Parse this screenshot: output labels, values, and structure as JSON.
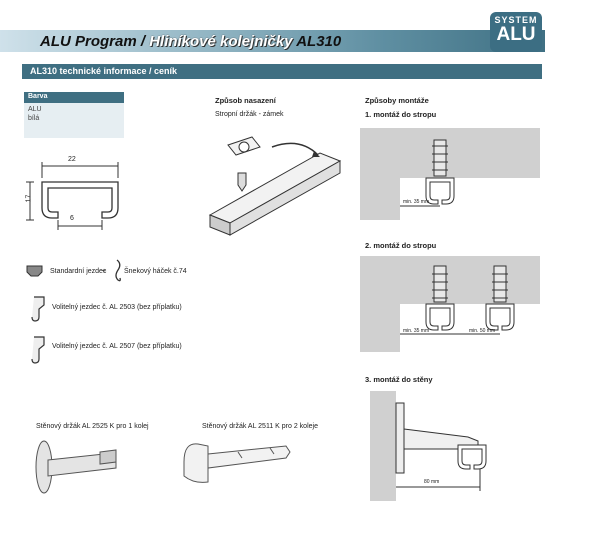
{
  "header": {
    "title_part1": "ALU Program / ",
    "title_part2": "Hliníkové kolejničky ",
    "title_part3": "AL310",
    "logo_top": "SYSTEM",
    "logo_main": "ALU"
  },
  "section": {
    "title": "AL310 technické informace / ceník"
  },
  "barva": {
    "heading": "Barva",
    "items": [
      "ALU",
      "bílá"
    ]
  },
  "profile": {
    "dim_width": "22",
    "dim_height": "17",
    "dim_opening": "6"
  },
  "mounting": {
    "heading": "Způsob nasazení",
    "subtitle": "Stropní držák - zámek"
  },
  "accessories": {
    "standard_runner": "Standardní jezdec",
    "plus": "+",
    "hook": "Šnekový háček č.74",
    "runner_2503": "Volitelný jezdec č. AL 2503 (bez příplatku)",
    "runner_2507": "Volitelný jezdec č. AL 2507 (bez příplatku)"
  },
  "brackets": {
    "bracket_2525": "Stěnový držák AL 2525 K pro 1 kolej",
    "bracket_2511": "Stěnový držák AL 2511 K pro 2 koleje"
  },
  "montage": {
    "heading": "Způsoby montáže",
    "m1_title": "1. montáž do stropu",
    "m1_dim": "min. 35 mm",
    "m2_title": "2. montáž do stropu",
    "m2_dim1": "min. 35 mm",
    "m2_dim2": "min. 50 mm",
    "m3_title": "3. montáž do stěny",
    "m3_dim": "80 mm"
  }
}
